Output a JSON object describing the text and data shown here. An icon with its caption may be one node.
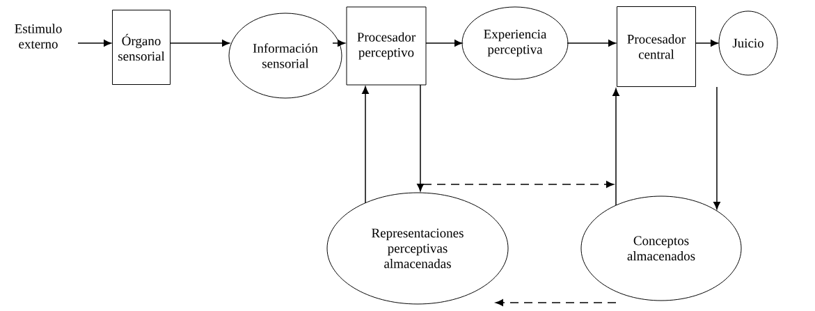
{
  "diagram": {
    "nodes": [
      {
        "text": [
          "Estimulo externo"
        ]
      },
      {
        "text": [
          "Órgano sensorial"
        ]
      },
      {
        "text": [
          "Información sensorial"
        ]
      },
      {
        "text": [
          "Procesador perceptivo"
        ]
      },
      {
        "text": [
          "Experiencia perceptiva"
        ]
      },
      {
        "text": [
          "Procesador central"
        ]
      },
      {
        "text": [
          "Juicio"
        ]
      },
      {
        "text": [
          "Representaciones perceptivas almacenadas"
        ]
      },
      {
        "text": [
          "Conceptos almacenados"
        ]
      }
    ],
    "edges": [
      {
        "from": 0,
        "to": 1,
        "arrow": "to"
      },
      {
        "from": 1,
        "to": 2,
        "arrow": "to"
      },
      {
        "from": 2,
        "to": 3,
        "arrow": "to"
      },
      {
        "from": 3,
        "to": 4,
        "arrow": "to"
      },
      {
        "from": 4,
        "to": 5,
        "arrow": "to"
      },
      {
        "from": 5,
        "to": 6,
        "arrow": "to"
      },
      {
        "from": 3,
        "to": 7,
        "arrow": "to"
      },
      {
        "from": 7,
        "to": 3,
        "arrow": "to"
      },
      {
        "from": 7,
        "to": 8,
        "arrow": "to",
        "style": "dashed"
      },
      {
        "from": 8,
        "to": 5,
        "arrow": "to"
      },
      {
        "from": 5,
        "to": 8,
        "arrow": "to"
      },
      {
        "from": 8,
        "to": 7,
        "arrow": "to",
        "style": "dashed"
      }
    ]
  }
}
